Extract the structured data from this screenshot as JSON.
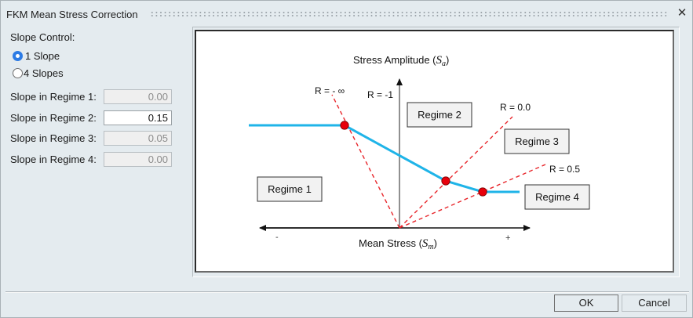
{
  "window": {
    "title": "FKM Mean Stress Correction",
    "close_icon": "close-icon"
  },
  "slope_control": {
    "label": "Slope Control:",
    "options": [
      {
        "label": "1 Slope",
        "selected": true
      },
      {
        "label": "4 Slopes",
        "selected": false
      }
    ]
  },
  "slopes": [
    {
      "label": "Slope in Regime 1:",
      "value": "0.00",
      "enabled": false
    },
    {
      "label": "Slope in Regime 2:",
      "value": "0.15",
      "enabled": true
    },
    {
      "label": "Slope in Regime 3:",
      "value": "0.05",
      "enabled": false
    },
    {
      "label": "Slope in Regime 4:",
      "value": "0.00",
      "enabled": false
    }
  ],
  "diagram": {
    "y_axis_label": "Stress Amplitude (",
    "y_axis_symbol": "S",
    "y_axis_sub": "a",
    "y_axis_close": ")",
    "x_axis_label": "Mean Stress (",
    "x_axis_symbol": "S",
    "x_axis_sub": "m",
    "x_axis_close": ")",
    "x_minus": "-",
    "x_plus": "+",
    "r_labels": [
      "R = - ∞",
      "R = -1",
      "R = 0.0",
      "R = 0.5"
    ],
    "regimes": [
      "Regime 1",
      "Regime 2",
      "Regime 3",
      "Regime 4"
    ],
    "colors": {
      "curve": "#1fb4e8",
      "ratio_lines": "#e8262b",
      "points": "#e8000b",
      "axes": "#111111"
    }
  },
  "buttons": {
    "ok": "OK",
    "cancel": "Cancel"
  }
}
